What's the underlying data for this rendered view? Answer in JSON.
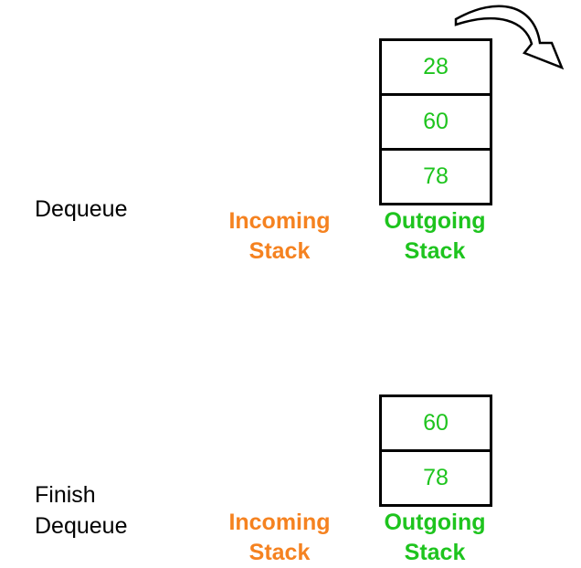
{
  "step1": {
    "label_lines": [
      "Dequeue"
    ],
    "incoming_caption": [
      "Incoming",
      "Stack"
    ],
    "outgoing_caption": [
      "Outgoing",
      "Stack"
    ],
    "outgoing_items": [
      "28",
      "60",
      "78"
    ]
  },
  "step2": {
    "label_lines": [
      "Finish",
      "Dequeue"
    ],
    "incoming_caption": [
      "Incoming",
      "Stack"
    ],
    "outgoing_caption": [
      "Outgoing",
      "Stack"
    ],
    "outgoing_items": [
      "60",
      "78"
    ]
  },
  "colors": {
    "incoming": "#f58220",
    "outgoing": "#1ec41e",
    "outline": "#000000"
  },
  "icons": {
    "pop": "curved-arrow-icon"
  }
}
